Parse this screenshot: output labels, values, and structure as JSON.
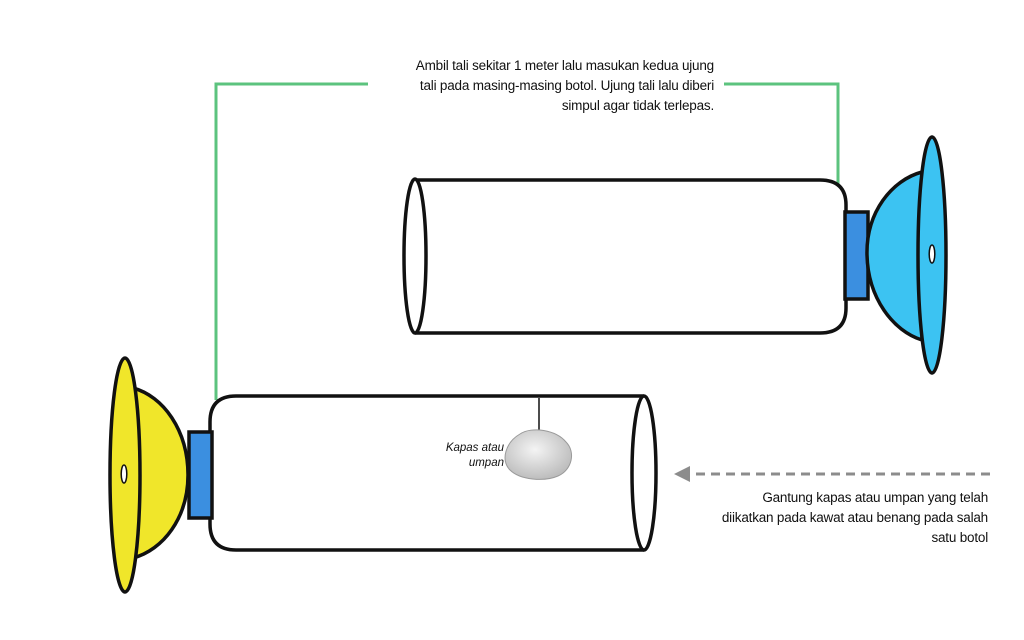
{
  "colors": {
    "rope": "#5cc37e",
    "outline": "#111111",
    "cap": "#3b8fe0",
    "funnel_left": "#f0e62a",
    "funnel_right": "#3cc3f2",
    "cotton": "#d9d9d9",
    "arrow": "#8c8c8c"
  },
  "annotations": {
    "rope_instruction": [
      "Ambil tali sekitar 1 meter lalu masukan kedua ujung",
      "tali pada masing-masing botol. Ujung tali lalu diberi",
      "simpul agar tidak terlepas."
    ],
    "bait_label": [
      "Kapas atau",
      "umpan"
    ],
    "hang_instruction": [
      "Gantung kapas atau umpan yang telah",
      "diikatkan pada kawat atau benang pada salah",
      "satu botol"
    ]
  }
}
